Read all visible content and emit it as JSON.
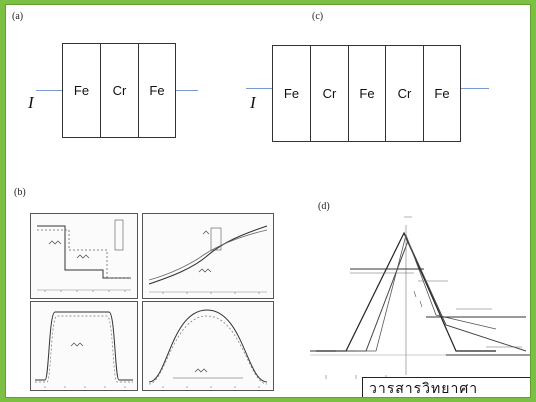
{
  "labels": {
    "a": "(a)",
    "b": "(b)",
    "c": "(c)",
    "d": "(d)"
  },
  "current_symbol": "I",
  "stack_a": [
    "Fe",
    "Cr",
    "Fe"
  ],
  "stack_c": [
    "Fe",
    "Cr",
    "Fe",
    "Cr",
    "Fe"
  ],
  "caption": "วารสารวิทยาศา",
  "colors": {
    "background": "#7bc043",
    "wire": "#7a9bd1",
    "line": "#333333"
  }
}
